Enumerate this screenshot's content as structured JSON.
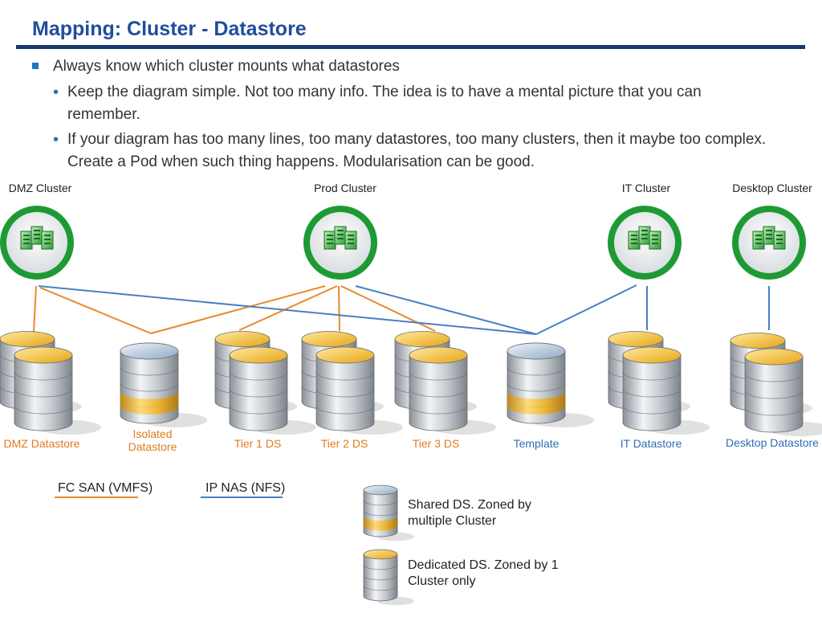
{
  "header": {
    "title": "Mapping: Cluster - Datastore"
  },
  "bullets": {
    "main": "Always know which cluster mounts what datastores",
    "sub": [
      "Keep the diagram simple. Not too many info. The idea is to have a mental picture that you can remember.",
      "If your diagram has too many lines, too many datastores, too many clusters, then it maybe too complex. Create a Pod when such thing happens. Modularisation can be good."
    ]
  },
  "clusters": [
    {
      "label": "DMZ Cluster"
    },
    {
      "label": "Prod Cluster"
    },
    {
      "label": "IT Cluster"
    },
    {
      "label": "Desktop Cluster"
    }
  ],
  "datastores": [
    {
      "label": "DMZ Datastore",
      "type": "dedicated"
    },
    {
      "label": "Isolated Datastore",
      "type": "shared"
    },
    {
      "label": "Tier 1 DS",
      "type": "dedicated"
    },
    {
      "label": "Tier 2 DS",
      "type": "dedicated"
    },
    {
      "label": "Tier 3 DS",
      "type": "dedicated"
    },
    {
      "label": "Template",
      "type": "shared"
    },
    {
      "label": "IT Datastore",
      "type": "dedicated"
    },
    {
      "label": "Desktop Datastore",
      "type": "dedicated"
    }
  ],
  "legend": {
    "fc": "FC SAN (VMFS)",
    "nas": "IP NAS (NFS)",
    "shared": "Shared DS. Zoned by multiple Cluster",
    "dedicated": "Dedicated DS. Zoned by 1 Cluster only"
  },
  "colors": {
    "title": "#1f4e9a",
    "fc_line": "#e8892a",
    "nas_line": "#4a7fc1",
    "cluster_ring": "#1e9a34",
    "disk_gold": "#f1b21a",
    "disk_silver": "#bfc4c9"
  }
}
